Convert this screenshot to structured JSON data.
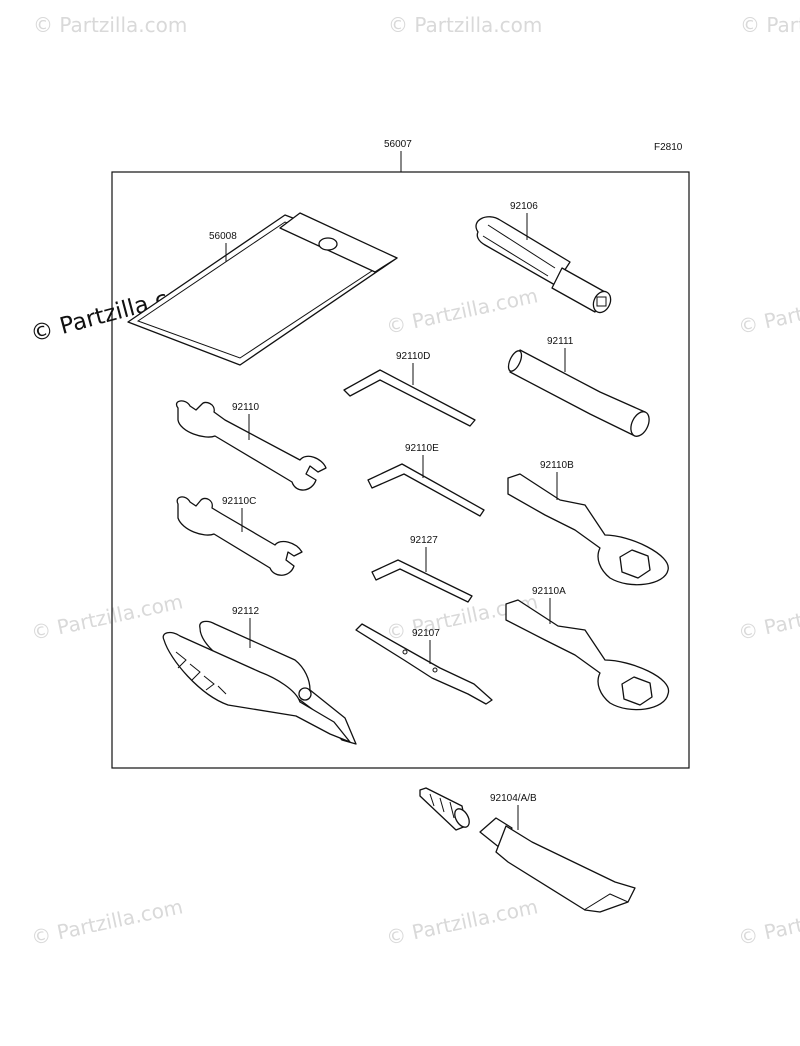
{
  "figure_code": "F2810",
  "watermark": "© Partzilla.com",
  "parts": {
    "kit": "56007",
    "case": "56008",
    "driver_handle": "92106",
    "hex_wrench_d": "92110D",
    "extension_pipe": "92111",
    "open_wrench_large": "92110",
    "hex_wrench_e": "92110E",
    "ring_wrench_b": "92110B",
    "open_wrench_small": "92110C",
    "hex_wrench_small": "92127",
    "pliers": "92112",
    "screwdriver": "92107",
    "ring_wrench_a": "92110A",
    "grease_tube": "92104/A/B"
  }
}
